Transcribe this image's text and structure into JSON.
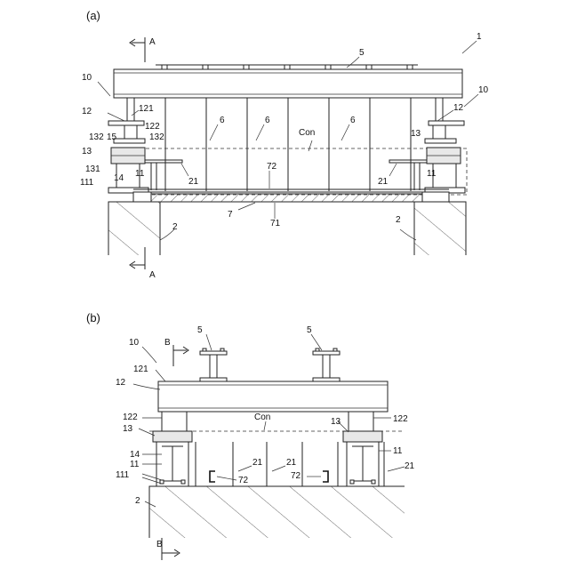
{
  "figure_a": {
    "caption": "(a)",
    "section_arrows": [
      "A",
      "A"
    ],
    "labels": {
      "n1": "1",
      "n5": "5",
      "n10_left": "10",
      "n10_right": "10",
      "n12_left": "12",
      "n12_right": "12",
      "n121": "121",
      "n122": "122",
      "n132_a": "132",
      "n132_b": "132",
      "n15": "15",
      "n13_left": "13",
      "n13_right": "13",
      "n131": "131",
      "n14": "14",
      "n11_left": "11",
      "n11_right": "11",
      "n111": "111",
      "n21_left": "21",
      "n21_right": "21",
      "n6_a": "6",
      "n6_b": "6",
      "n6_c": "6",
      "con": "Con",
      "n72": "72",
      "n7": "7",
      "n71": "71",
      "n2_left": "2",
      "n2_right": "2"
    }
  },
  "figure_b": {
    "caption": "(b)",
    "section_arrows": [
      "B",
      "B"
    ],
    "labels": {
      "n10": "10",
      "n5_left": "5",
      "n5_right": "5",
      "n121": "121",
      "n12": "12",
      "n122_left": "122",
      "n122_right": "122",
      "con": "Con",
      "n13_left": "13",
      "n13_right": "13",
      "n14": "14",
      "n11_left": "11",
      "n11_right": "11",
      "n111": "111",
      "n72_left": "72",
      "n72_right": "72",
      "n21_a": "21",
      "n21_b": "21",
      "n21_c": "21",
      "n2": "2"
    }
  }
}
